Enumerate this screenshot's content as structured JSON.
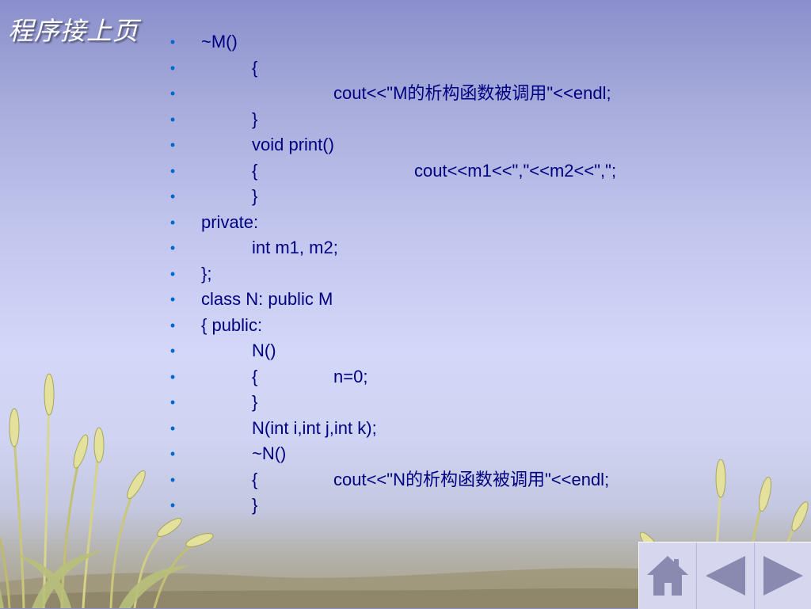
{
  "slide": {
    "title": "程序接上页"
  },
  "code_lines": [
    {
      "bullet": "•",
      "text": "~M()",
      "indent": 0
    },
    {
      "bullet": "•",
      "text": "{",
      "indent": 1
    },
    {
      "bullet": "•",
      "text": "cout<<\"M的析构函数被调用\"<<endl;",
      "indent": 2
    },
    {
      "bullet": "•",
      "text": "}",
      "indent": 1
    },
    {
      "bullet": "•",
      "text": "void print()",
      "indent": 1
    },
    {
      "bullet": "•",
      "text": "{",
      "indent": 1,
      "second_text": "cout<<m1<<\",\"<<m2<<\",\";",
      "second_indent": 3
    },
    {
      "bullet": "•",
      "text": "}",
      "indent": 1
    },
    {
      "bullet": "•",
      "text": "private:",
      "indent": 0
    },
    {
      "bullet": "•",
      "text": "int m1, m2;",
      "indent": 1
    },
    {
      "bullet": "•",
      "text": "};",
      "indent": 0
    },
    {
      "bullet": "•",
      "text": "class N: public M",
      "indent": 0
    },
    {
      "bullet": "•",
      "text": "{ public:",
      "indent": 0
    },
    {
      "bullet": "•",
      "text": "N()",
      "indent": 1
    },
    {
      "bullet": "•",
      "text": "{",
      "indent": 1,
      "second_text": "n=0;",
      "second_indent": 2
    },
    {
      "bullet": "•",
      "text": "}",
      "indent": 1
    },
    {
      "bullet": "•",
      "text": "N(int i,int j,int k);",
      "indent": 1
    },
    {
      "bullet": "•",
      "text": "~N()",
      "indent": 1
    },
    {
      "bullet": "•",
      "text": "{",
      "indent": 1,
      "second_text": "cout<<\"N的析构函数被调用\"<<endl;",
      "second_indent": 2
    },
    {
      "bullet": "•",
      "text": "}",
      "indent": 1
    }
  ],
  "colors": {
    "code_text": "#000080",
    "bullet": "#0066cc",
    "title": "#ffffff",
    "nav_panel": "#d6d6ef",
    "nav_icon": "#8a8ab0"
  },
  "navigation": [
    {
      "name": "home-button",
      "icon": "home-icon"
    },
    {
      "name": "previous-slide-button",
      "icon": "arrow-left-icon"
    },
    {
      "name": "next-slide-button",
      "icon": "arrow-right-icon"
    }
  ]
}
